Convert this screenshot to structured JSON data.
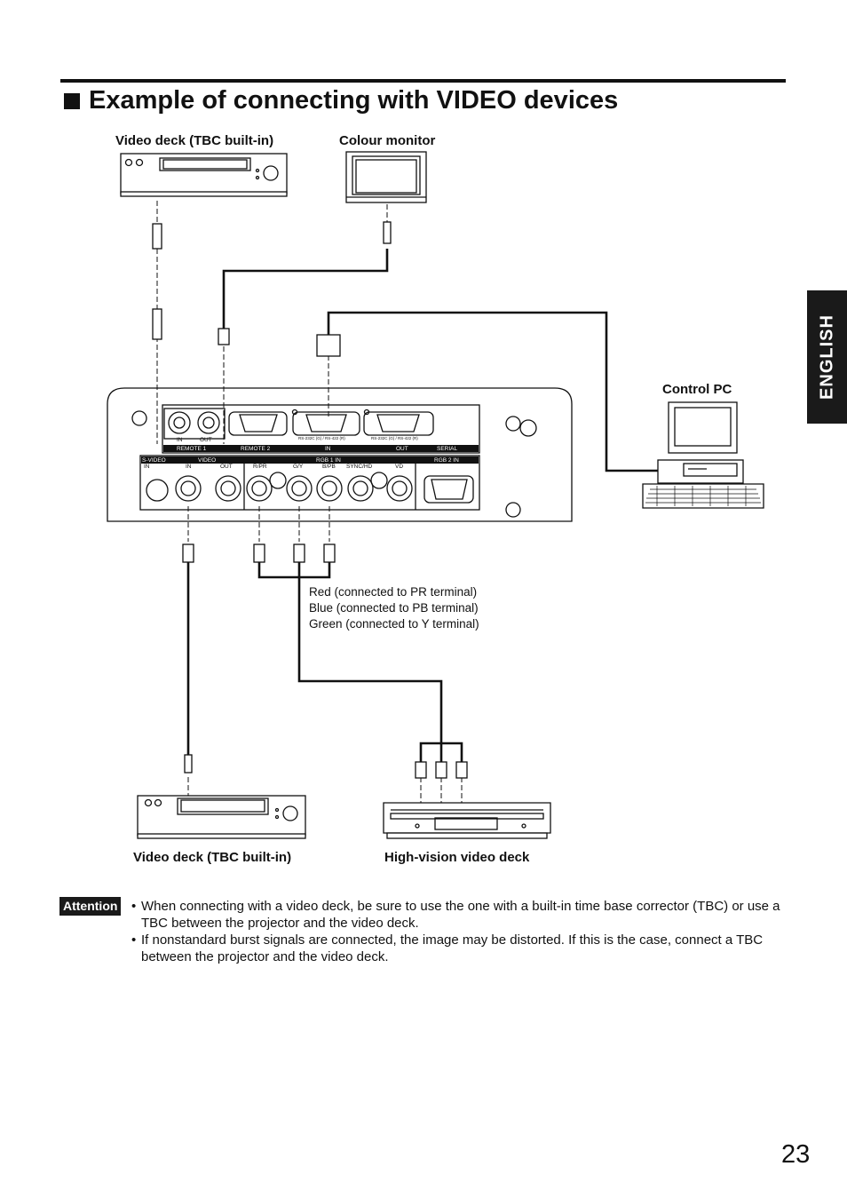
{
  "section_title": "Example of connecting with VIDEO devices",
  "language_tab": "ENGLISH",
  "devices": {
    "video_deck_top": "Video deck (TBC built-in)",
    "colour_monitor": "Colour monitor",
    "control_pc": "Control PC",
    "video_deck_bottom": "Video deck (TBC built-in)",
    "hv_video_deck": "High-vision video deck"
  },
  "panel": {
    "s_video": "S-VIDEO",
    "s_video_in": "IN",
    "video": "VIDEO",
    "video_in": "IN",
    "video_out": "OUT",
    "rgb1_in": "RGB 1 IN",
    "rpr": "R/PR",
    "gy": "G/Y",
    "bpb": "B/PB",
    "sync_hd": "SYNC/HD",
    "vd": "VD",
    "rgb2_in": "RGB 2 IN",
    "remote1": "REMOTE 1",
    "remote1_in": "IN",
    "remote1_out": "OUT",
    "remote2": "REMOTE 2",
    "serial_in": "IN",
    "serial_out": "OUT",
    "serial": "SERIAL",
    "rs_in": "RS-232C (G) / RS-422 (R)",
    "rs_out": "RS-232C (G) / RS-422 (R)"
  },
  "cable_notes": [
    "Red (connected to PR terminal)",
    "Blue (connected to PB terminal)",
    "Green (connected to Y terminal)"
  ],
  "attention_label": "Attention",
  "attention_items": [
    "When connecting with a video deck, be sure to use the one with a built-in time base corrector (TBC) or use a TBC between the projector and the video deck.",
    "If nonstandard burst signals are connected, the image may be distorted.  If this is the case, connect a TBC between the projector and the video deck."
  ],
  "page_number": "23"
}
